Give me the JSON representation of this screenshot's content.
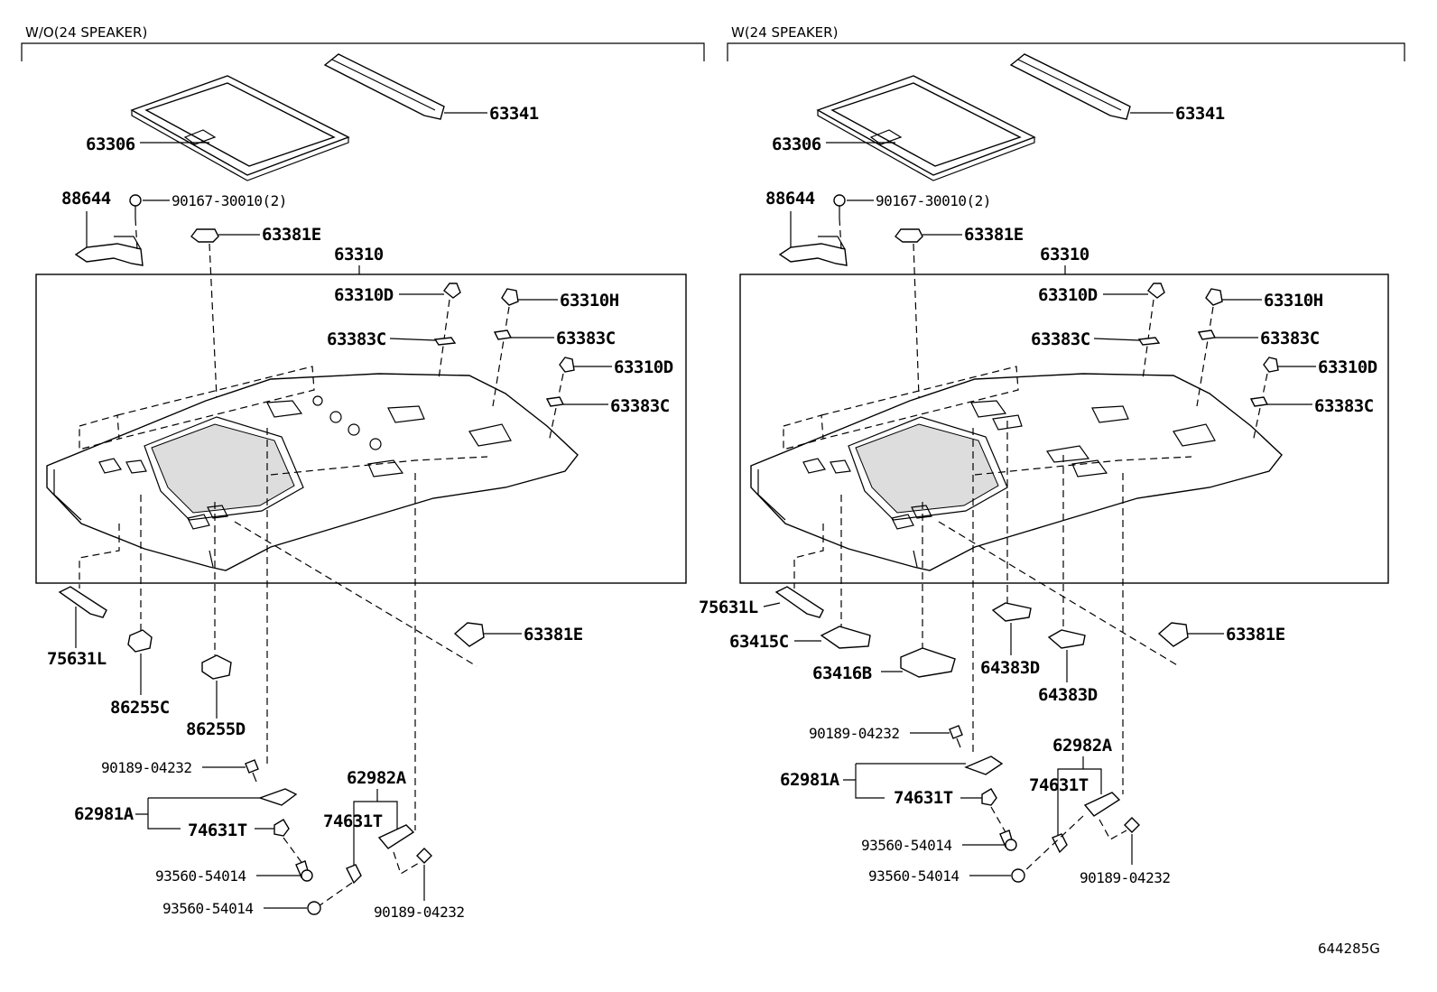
{
  "sections": [
    {
      "title": "W/O(24 SPEAKER)"
    },
    {
      "title": "W(24 SPEAKER)"
    }
  ],
  "labels": {
    "left": {
      "p63341": "63341",
      "p63306": "63306",
      "p88644": "88644",
      "p90167": "90167-30010(2)",
      "p63381E_top": "63381E",
      "p63310": "63310",
      "p63310D_a": "63310D",
      "p63310H": "63310H",
      "p63383C_a": "63383C",
      "p63383C_b": "63383C",
      "p63310D_b": "63310D",
      "p63383C_c": "63383C",
      "p75631L": "75631L",
      "p86255C": "86255C",
      "p86255D": "86255D",
      "p63381E_bot": "63381E",
      "p90189_a": "90189-04232",
      "p62981A": "62981A",
      "p74631T_a": "74631T",
      "p62982A": "62982A",
      "p74631T_b": "74631T",
      "p93560_a": "93560-54014",
      "p93560_b": "93560-54014",
      "p90189_b": "90189-04232"
    },
    "right": {
      "p63341": "63341",
      "p63306": "63306",
      "p88644": "88644",
      "p90167": "90167-30010(2)",
      "p63381E_top": "63381E",
      "p63310": "63310",
      "p63310D_a": "63310D",
      "p63310H": "63310H",
      "p63383C_a": "63383C",
      "p63383C_b": "63383C",
      "p63310D_b": "63310D",
      "p63383C_c": "63383C",
      "p75631L": "75631L",
      "p63415C": "63415C",
      "p63416B": "63416B",
      "p64383D_a": "64383D",
      "p64383D_b": "64383D",
      "p63381E_bot": "63381E",
      "p90189_a": "90189-04232",
      "p62981A": "62981A",
      "p74631T_a": "74631T",
      "p62982A": "62982A",
      "p74631T_b": "74631T",
      "p93560_a": "93560-54014",
      "p93560_b": "93560-54014",
      "p90189_b": "90189-04232"
    }
  },
  "diagram_ref": "644285G"
}
